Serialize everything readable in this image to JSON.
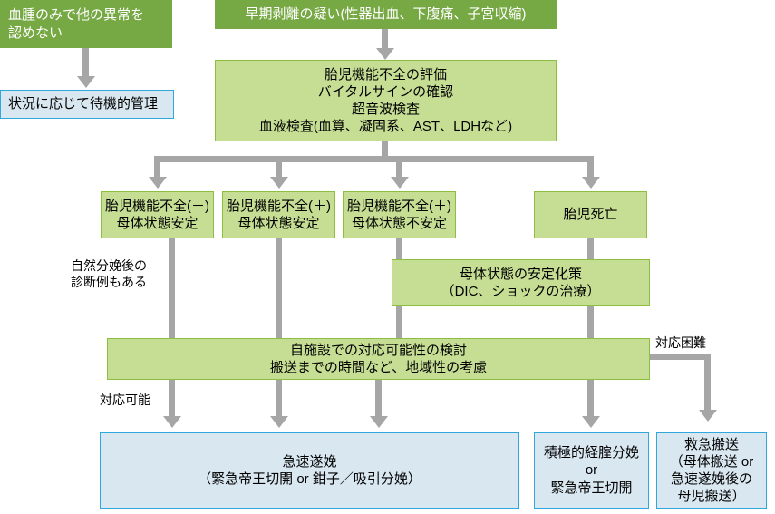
{
  "colors": {
    "dark_green": "#76a843",
    "light_green": "#c6de93",
    "light_green_border": "#8cbf3f",
    "light_blue": "#d9e7f1",
    "light_blue_border": "#31a8dd",
    "connector_gray": "#a6a6a6",
    "white_text": "#ffffff",
    "black_text": "#000000"
  },
  "nodes": {
    "hematoma_only": "血腫のみで他の異常を\n認めない",
    "expectant_management": "状況に応じて待機的管理",
    "suspected_abruption": "早期剥離の疑い(性器出血、下腹痛、子宮収縮)",
    "assessment": "胎児機能不全の評価\nバイタルサインの確認\n超音波検査\n血液検査(血算、凝固系、AST、LDHなど)",
    "branch_1": "胎児機能不全(－)\n母体状態安定",
    "branch_2": "胎児機能不全(＋)\n母体状態安定",
    "branch_3": "胎児機能不全(＋)\n母体状態不安定",
    "branch_4": "胎児死亡",
    "maternal_stabilization": "母体状態の安定化策\n（DIC、ショックの治療）",
    "facility_capability": "自施設での対応可能性の検討\n搬送までの時間など、地域性の考慮",
    "rapid_delivery": "急速遂娩\n（緊急帝王切開 or 鉗子／吸引分娩）",
    "active_vaginal_delivery": "積極的経腟分娩\nor\n緊急帝王切開",
    "emergency_transport": "救急搬送\n（母体搬送 or\n急速遂娩後の\n母児搬送）"
  },
  "labels": {
    "natural_delivery_note": "自然分娩後の\n診断例もある",
    "manageable": "対応可能",
    "difficult": "対応困難"
  }
}
